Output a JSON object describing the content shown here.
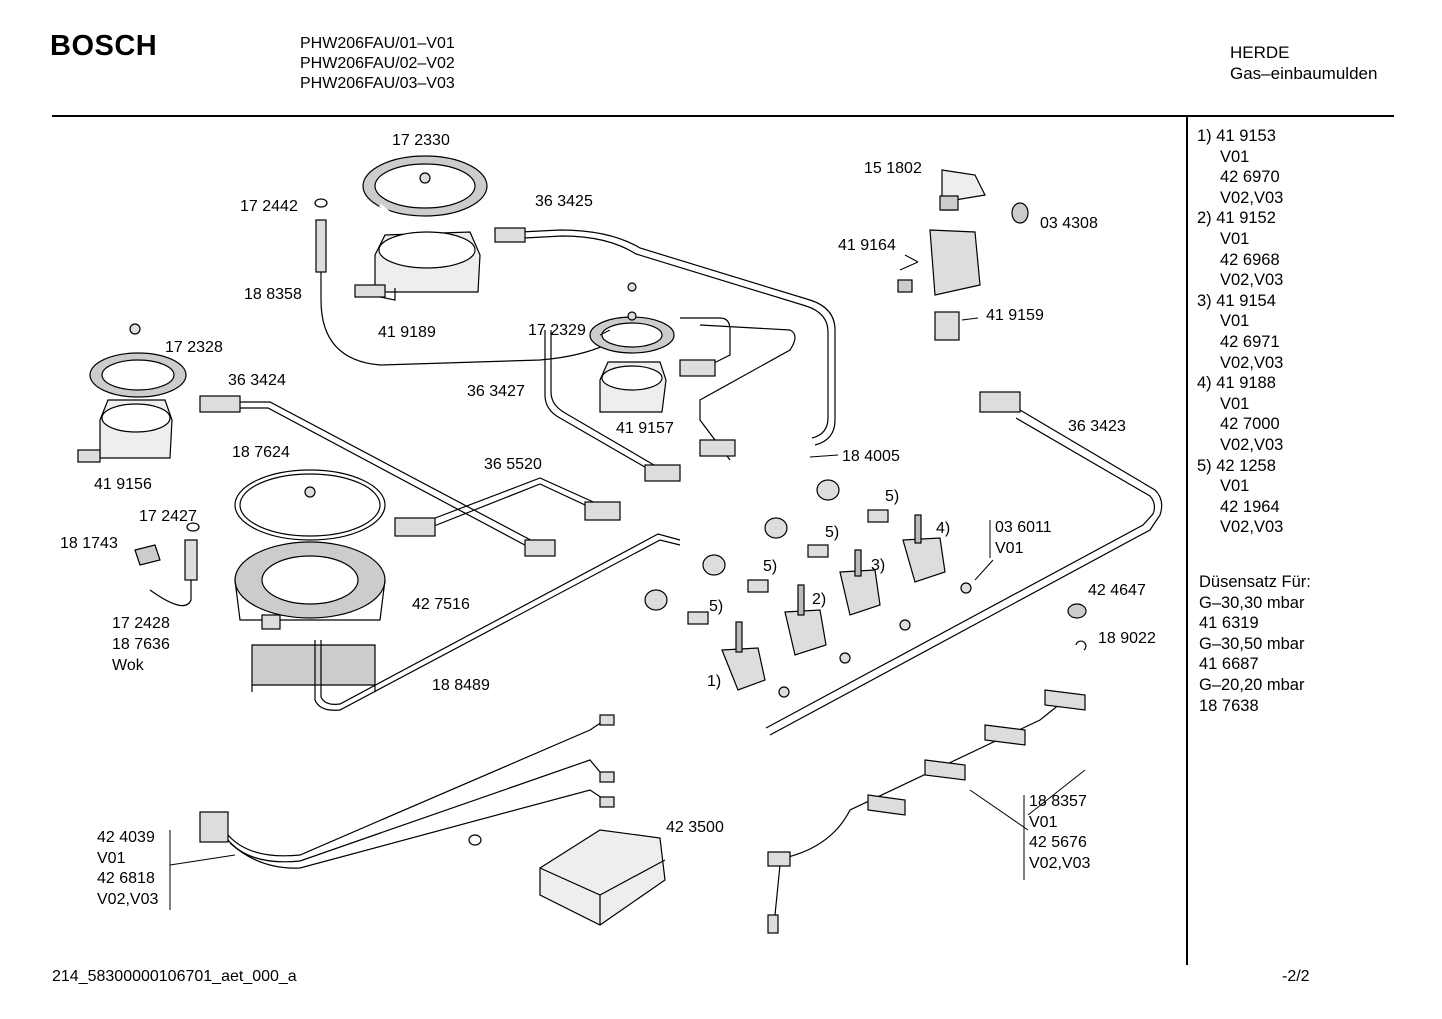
{
  "header": {
    "brand": "BOSCH",
    "models": [
      "PHW206FAU/01–V01",
      "PHW206FAU/02–V02",
      "PHW206FAU/03–V03"
    ],
    "category": "HERDE",
    "subcategory": "Gas–einbaumulden"
  },
  "sidebar": {
    "variants": [
      {
        "num": "1) 41 9153",
        "v1": "V01",
        "alt": "42 6970",
        "v2": "V02,V03"
      },
      {
        "num": "2) 41 9152",
        "v1": "V01",
        "alt": "42 6968",
        "v2": "V02,V03"
      },
      {
        "num": "3) 41 9154",
        "v1": "V01",
        "alt": "42 6971",
        "v2": "V02,V03"
      },
      {
        "num": "4) 41 9188",
        "v1": "V01",
        "alt": "42 7000",
        "v2": "V02,V03"
      },
      {
        "num": "5) 42 1258",
        "v1": "V01",
        "alt": "42 1964",
        "v2": "V02,V03"
      }
    ],
    "nozzle_title": "Düsensatz Für:",
    "nozzles": [
      {
        "gas": "G–30,30 mbar",
        "part": "41 6319"
      },
      {
        "gas": "G–30,50  mbar",
        "part": "41 6687"
      },
      {
        "gas": "G–20,20 mbar",
        "part": "18 7638"
      }
    ]
  },
  "labels": {
    "p172330": "17 2330",
    "p172442": "17 2442",
    "p363425": "36 3425",
    "p151802": "15 1802",
    "p034308": "03 4308",
    "p419164": "41 9164",
    "p188358": "18 8358",
    "p419189": "41 9189",
    "p419159": "41 9159",
    "p172328": "17 2328",
    "p172329": "17 2329",
    "p363424": "36 3424",
    "p363427": "36 3427",
    "p419156": "41 9156",
    "p419157": "41 9157",
    "p363423": "36 3423",
    "p187624": "18 7624",
    "p365520": "36 5520",
    "p184005": "18 4005",
    "p172427": "17 2427",
    "p181743": "18 1743",
    "p036011": "03 6011",
    "p036011v": "V01",
    "p427516": "42 7516",
    "p424647": "42 4647",
    "p189022": "18 9022",
    "wok1": "17 2428",
    "wok2": "18 7636",
    "wok3": "Wok",
    "p188489": "18 8489",
    "p423500": "42 3500",
    "c1": "1)",
    "c2": "2)",
    "c3": "3)",
    "c4": "4)",
    "c5a": "5)",
    "c5b": "5)",
    "c5c": "5)",
    "c5d": "5)"
  },
  "harness_left": [
    "42 4039",
    "V01",
    "42 6818",
    "V02,V03"
  ],
  "harness_right": [
    "18 8357",
    "V01",
    "42 5676",
    "V02,V03"
  ],
  "footer": {
    "code": "214_58300000106701_aet_000_a",
    "page": "-2/2"
  }
}
